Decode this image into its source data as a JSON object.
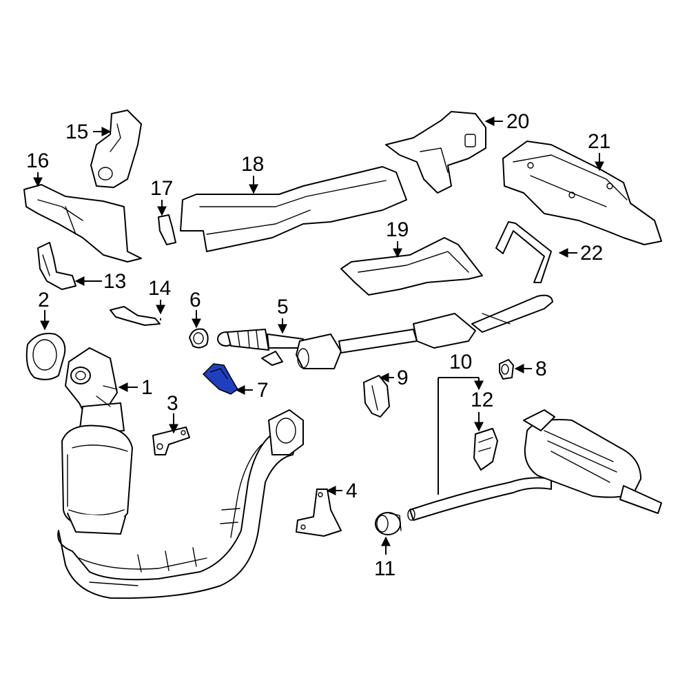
{
  "highlight_color": "#1f3fbf",
  "line_color": "#000000",
  "callouts": {
    "c1": "1",
    "c2": "2",
    "c3": "3",
    "c4": "4",
    "c5": "5",
    "c6": "6",
    "c7": "7",
    "c8": "8",
    "c9": "9",
    "c10": "10",
    "c11": "11",
    "c12": "12",
    "c13": "13",
    "c14": "14",
    "c15": "15",
    "c16": "16",
    "c17": "17",
    "c18": "18",
    "c19": "19",
    "c20": "20",
    "c21": "21",
    "c22": "22"
  }
}
